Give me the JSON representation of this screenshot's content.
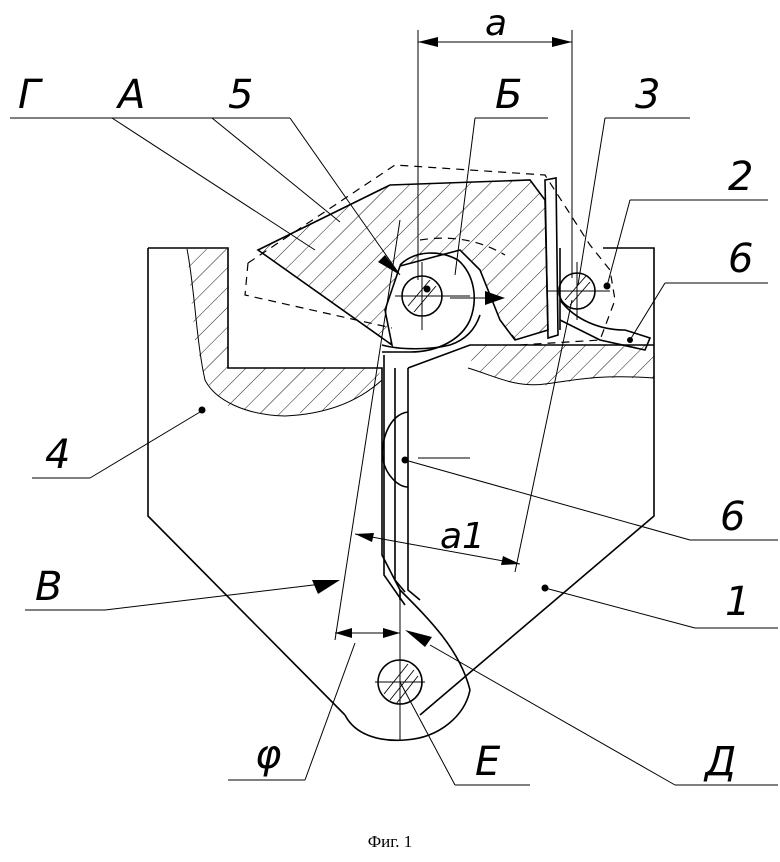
{
  "labels": {
    "G": "Г",
    "A": "А",
    "five": "5",
    "B_cyr": "Б",
    "three": "3",
    "two": "2",
    "six_top": "6",
    "four": "4",
    "six_mid": "6",
    "V": "В",
    "one": "1",
    "phi": "φ",
    "E": "Е",
    "D": "Д",
    "dim_a": "a",
    "dim_a1": "a1"
  },
  "caption": "Фиг. 1"
}
